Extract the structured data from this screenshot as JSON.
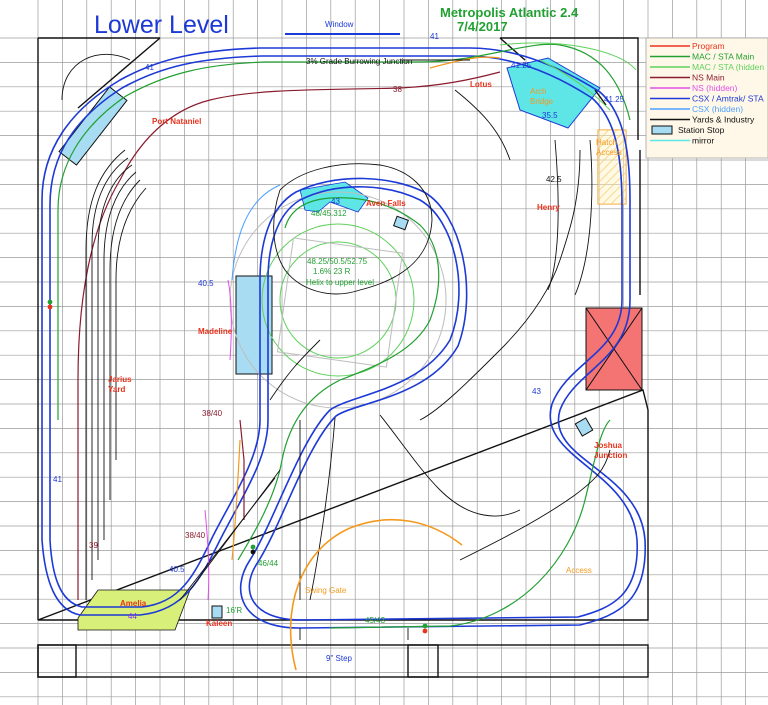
{
  "header": {
    "title": "Lower Level",
    "name": "Metropolis Atlantic",
    "version": "2.4",
    "date": "7/4/2017"
  },
  "legend": [
    {
      "label": "Program",
      "color": "#e8331d"
    },
    {
      "label": "MAC / STA Main",
      "color": "#22a032"
    },
    {
      "label": "MAC / STA (hidden",
      "color": "#5fd15c"
    },
    {
      "label": "NS Main",
      "color": "#8b1b2e"
    },
    {
      "label": "NS (hidden)",
      "color": "#e050e8"
    },
    {
      "label": "CSX / Amtrak/ STA",
      "color": "#1d39d6"
    },
    {
      "label": "CSX (hidden)",
      "color": "#4aa0ff"
    },
    {
      "label": "Yards & Industry",
      "color": "#111111"
    },
    {
      "label": "Station Stop",
      "color": "#a8dcf2"
    },
    {
      "label": "mirror",
      "color": "#5ee6e6"
    }
  ],
  "labels": {
    "window": "Window",
    "grade_junction": "3% Grade Burrowing Junction",
    "lotus": "Lotus",
    "arch_bridge": "Arch\nBridge",
    "port_nataniel": "Port Nataniel",
    "aven_falls": "Aven Falls",
    "henry": "Henry",
    "hatch_access": "Hatch\nAccess",
    "helix_line1": "48.25/50.5/52.75",
    "helix_line2": "1.6%  23 R",
    "helix_line3": "Helix to upper level",
    "helix_top": "48/45.312",
    "madeline": "Madeline",
    "jarius_yard": "Jarius\nYard",
    "joshua_junction": "Joshua\nJunction",
    "amelia": "Amelia",
    "kaleen": "Kaleen",
    "swing_gate": "Swing Gate",
    "access": "Access",
    "step": "9\" Step"
  },
  "elevations": {
    "e41_top": "41",
    "e41_left_top": "41",
    "e41_25a": "41.25",
    "e41_25b": "41.25",
    "e35_5": "35.5",
    "e38": "38",
    "e42_5": "42.5",
    "e43_helix": "43",
    "e40_5a": "40.5",
    "e38_40a": "38/40",
    "e43_right": "43",
    "e41_left": "41",
    "e39": "39",
    "e38_40b": "38/40",
    "e40_5b": "40.5",
    "e46_44": "46/44",
    "e16r": "16'R",
    "e45_43": "45/43",
    "e44": "44"
  }
}
